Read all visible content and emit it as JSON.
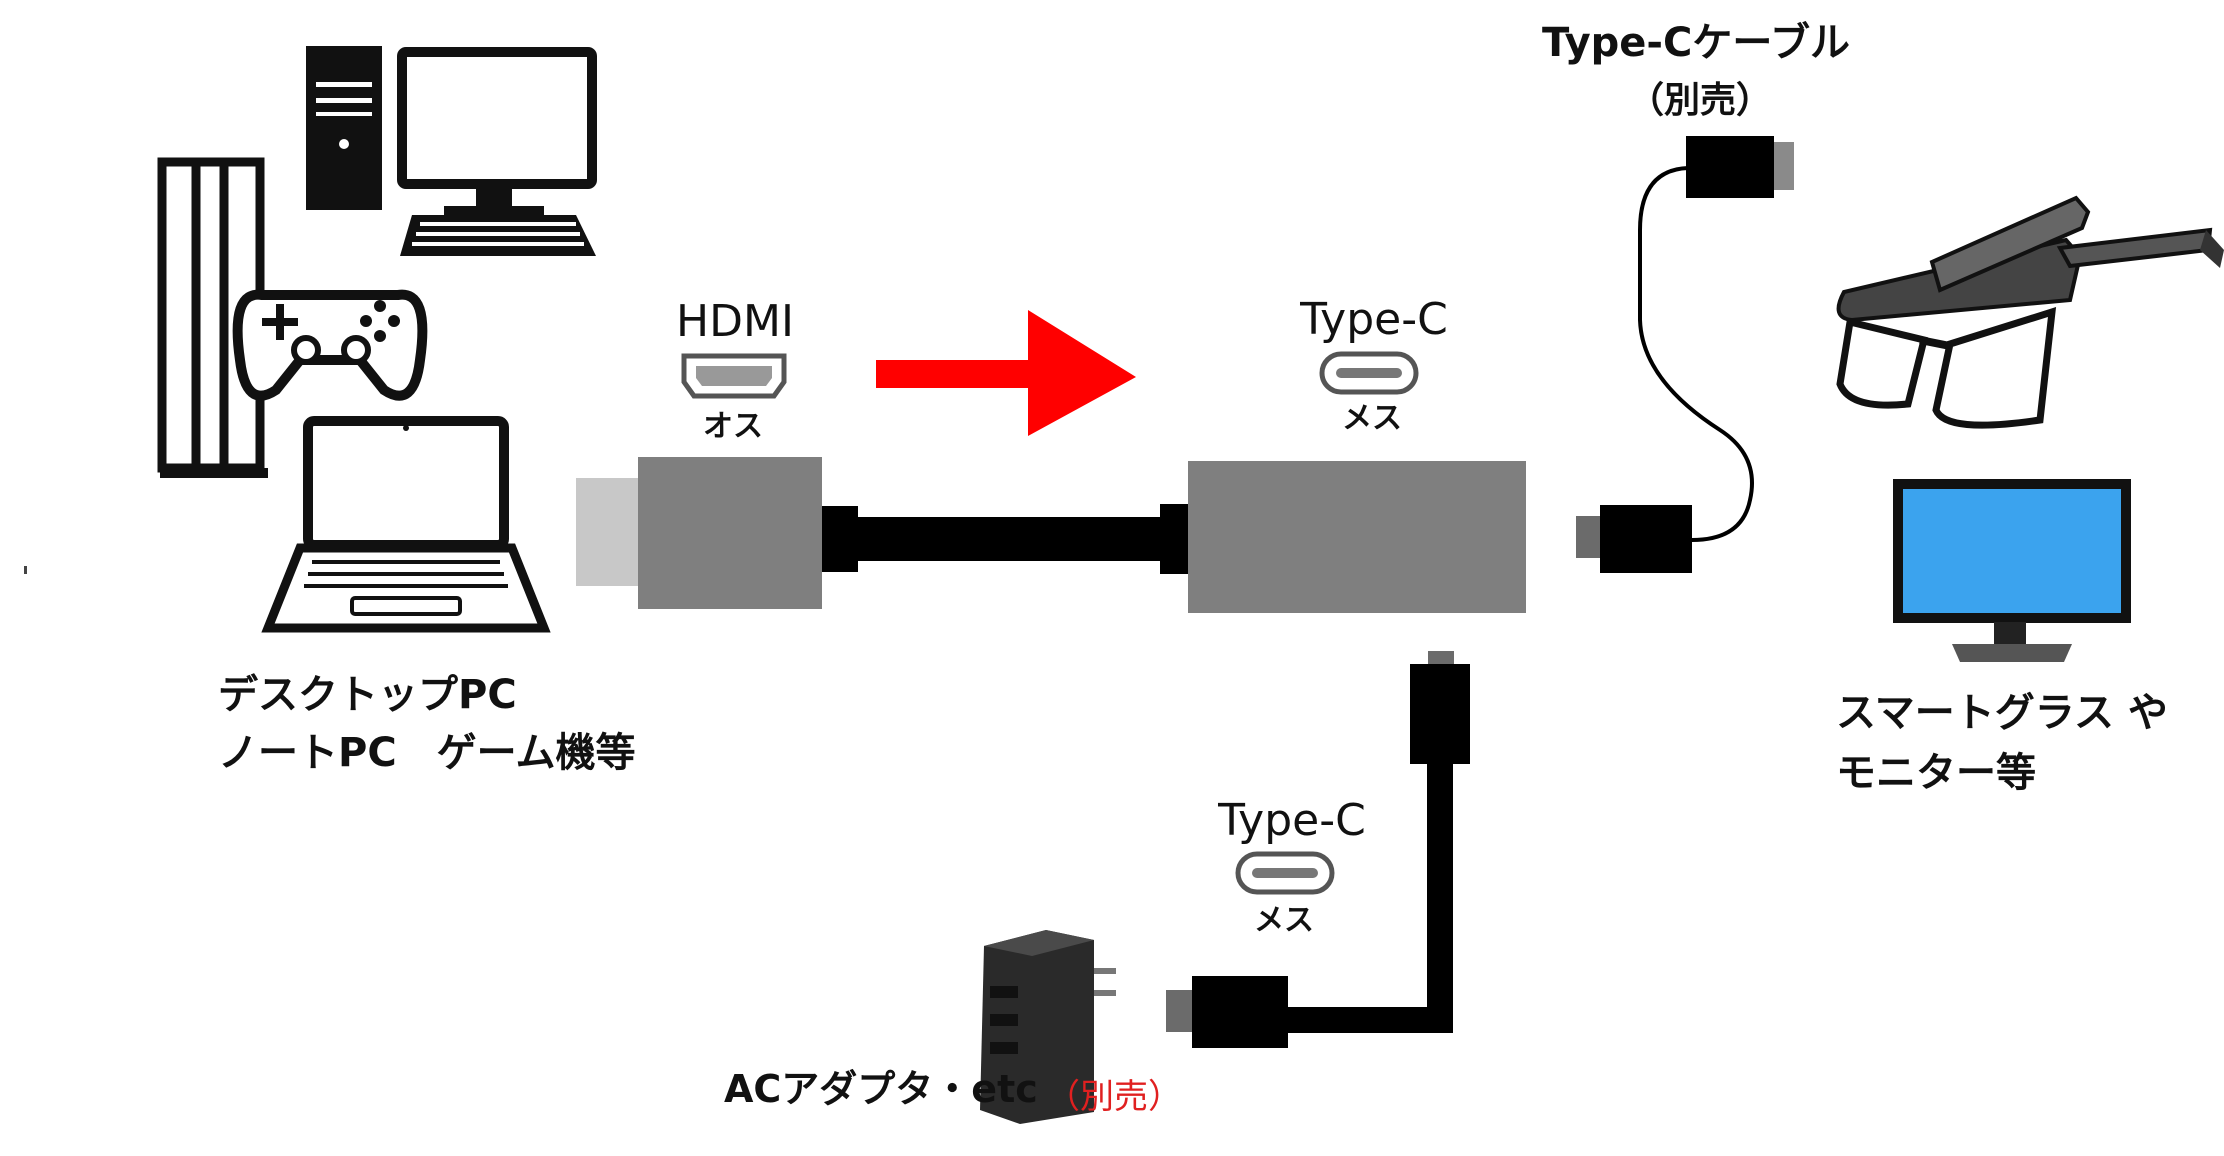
{
  "devices_source": {
    "label_line1": "デスクトップPC",
    "label_line2": "ノートPC　ゲーム機等",
    "icons": [
      "desktop-tower-icon",
      "monitor-icon",
      "keyboard-icon",
      "game-console-icon",
      "gamepad-icon",
      "laptop-icon"
    ]
  },
  "hdmi_port": {
    "name": "HDMI",
    "gender": "オス"
  },
  "typec_port_main": {
    "name": "Type-C",
    "gender": "メス"
  },
  "typec_port_power": {
    "name": "Type-C",
    "gender": "メス"
  },
  "cable": {
    "title": "Type-Cケーブル",
    "note": "（別売）"
  },
  "targets": {
    "label_line1": "スマートグラス や",
    "label_line2": "モニター等",
    "icons": [
      "smart-glasses-icon",
      "monitor-icon"
    ]
  },
  "power": {
    "label": "ACアダプタ・etc",
    "note": "（別売）",
    "icon": "ac-adapter-icon"
  },
  "colors": {
    "arrow": "#ff0000",
    "connector_body": "#7f7f7f",
    "hdmi_tip": "#c8c8c8",
    "cable": "#000000",
    "monitor_screen": "#3ba3ee",
    "note_red": "#e02020"
  }
}
